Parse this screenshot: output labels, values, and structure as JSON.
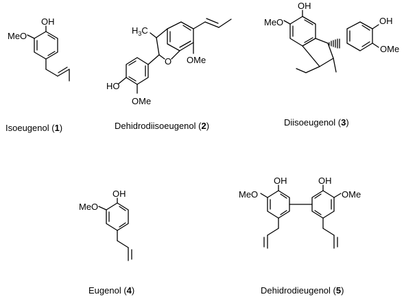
{
  "compounds": [
    {
      "name": "Isoeugenol (",
      "number": "1",
      "close": ")"
    },
    {
      "name": "Dehidrodiisoeugenol (",
      "number": "2",
      "close": ")"
    },
    {
      "name": "Diisoeugenol (",
      "number": "3",
      "close": ")"
    },
    {
      "name": "Eugenol (",
      "number": "4",
      "close": ")"
    },
    {
      "name": "Dehidrodieugenol (",
      "number": "5",
      "close": ")"
    }
  ],
  "atom_labels": {
    "oh": "OH",
    "meo": "MeO",
    "ome": "OMe",
    "ho": "HO",
    "o": "O",
    "h3c_h": "H",
    "h3c_3": "3",
    "h3c_c": "C"
  }
}
